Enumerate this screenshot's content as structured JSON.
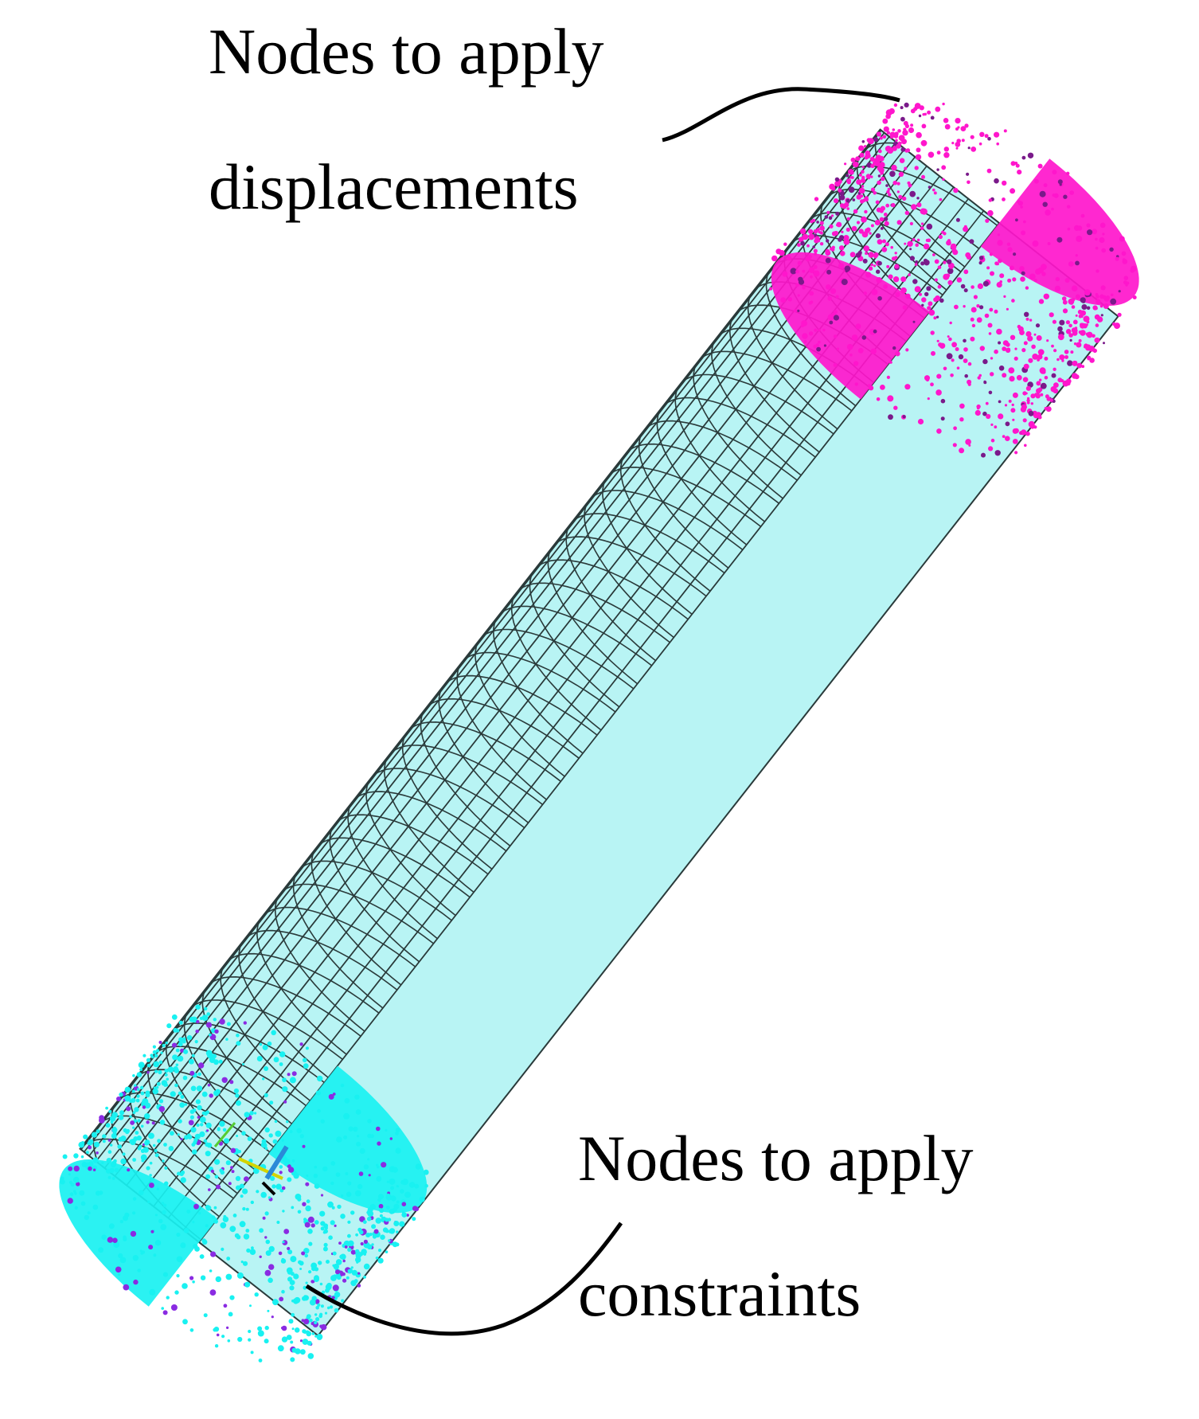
{
  "labels": {
    "top_line1": "Nodes to apply",
    "top_line2": "displacements",
    "bottom_line1": "Nodes to apply",
    "bottom_line2": "constraints"
  },
  "colors": {
    "mesh_fill": "#b8f4f4",
    "mesh_line": "#2a3a3a",
    "displacement_nodes": "#ff16cc",
    "constraint_nodes": "#19f1f1",
    "constraint_dots": "#8a2be2",
    "leader_line": "#000000"
  },
  "mesh": {
    "axial_divisions": 44,
    "circumferential_divisions": 24
  }
}
